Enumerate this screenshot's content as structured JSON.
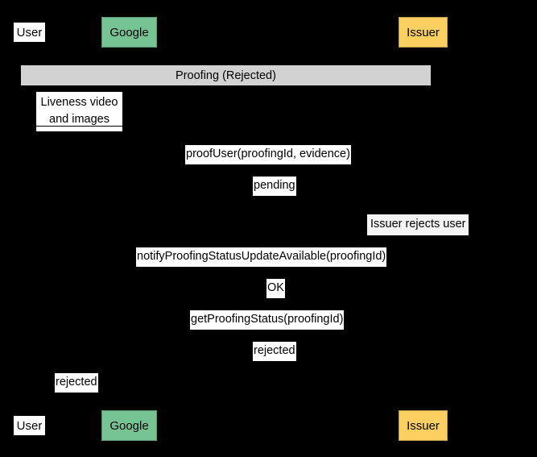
{
  "diagram": {
    "kind": "sequence-diagram",
    "title": "Proofing (Rejected)",
    "background_color": "#000000",
    "label_background_color": "#ffffff",
    "note_background_color": "#f4f4f4",
    "group_bar_color": "#d2d2d2",
    "text_color": "#000000"
  },
  "participants": [
    {
      "id": "user",
      "label": "User",
      "style": "plain",
      "color": "#ffffff"
    },
    {
      "id": "google",
      "label": "Google",
      "style": "boxed",
      "color": "#76c493"
    },
    {
      "id": "issuer",
      "label": "Issuer",
      "style": "boxed",
      "color": "#fbcf60"
    }
  ],
  "group": {
    "label": "Proofing (Rejected)"
  },
  "messages": [
    {
      "id": "m1",
      "text": "Liveness video and images",
      "line1": "Liveness video",
      "line2": "and images",
      "from": "user",
      "to": "google",
      "kind": "message"
    },
    {
      "id": "m2",
      "text": "proofUser(proofingId, evidence)",
      "from": "google",
      "to": "issuer",
      "kind": "message"
    },
    {
      "id": "m3",
      "text": "pending",
      "from": "issuer",
      "to": "google",
      "kind": "return"
    },
    {
      "id": "m4",
      "text": "Issuer rejects user",
      "from": "issuer",
      "to": "issuer",
      "kind": "note"
    },
    {
      "id": "m5",
      "text": "notifyProofingStatusUpdateAvailable(proofingId)",
      "from": "issuer",
      "to": "google",
      "kind": "message"
    },
    {
      "id": "m6",
      "text": "OK",
      "from": "google",
      "to": "issuer",
      "kind": "return"
    },
    {
      "id": "m7",
      "text": "getProofingStatus(proofingId)",
      "from": "google",
      "to": "issuer",
      "kind": "message"
    },
    {
      "id": "m8",
      "text": "rejected",
      "from": "issuer",
      "to": "google",
      "kind": "return"
    },
    {
      "id": "m9",
      "text": "rejected",
      "from": "google",
      "to": "user",
      "kind": "return"
    }
  ],
  "footer_participants": [
    {
      "id": "user",
      "label": "User",
      "style": "plain",
      "color": "#ffffff"
    },
    {
      "id": "google",
      "label": "Google",
      "style": "boxed",
      "color": "#76c493"
    },
    {
      "id": "issuer",
      "label": "Issuer",
      "style": "boxed",
      "color": "#fbcf60"
    }
  ]
}
